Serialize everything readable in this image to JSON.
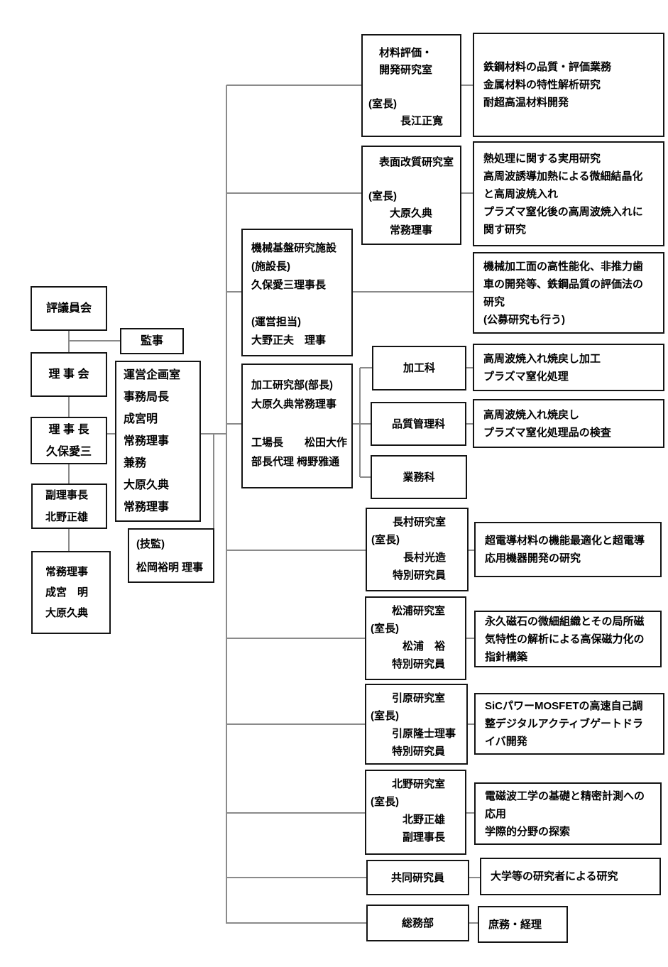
{
  "colors": {
    "connector": "#8a8a8a",
    "box_border": "#141414",
    "background": "#ffffff",
    "text": "#000000"
  },
  "boxes": {
    "council": "評議員会",
    "auditor": "監事",
    "board": "理 事 会",
    "president": "理 事 長\n久保愛三",
    "planning": "運営企画室\n事務局長\n成宮明\n常務理事\n兼務\n大原久典\n常務理事",
    "vice_president": "副理事長\n北野正雄",
    "managing_directors": "常務理事\n成宮　明\n大原久典",
    "technical_supervisor": "(技監)\n松岡裕明 理事",
    "machine_facility": "機械基盤研究施設\n(施設長)\n久保愛三理事長\n\n(運営担当)\n大野正夫　理事",
    "processing_dept": "加工研究部(部長)\n大原久典常務理事\n\n工場長　　松田大作\n部長代理 栂野雅通",
    "materials_lab": "　材料評価・\n　開発研究室\n\n(室長)\n　　　長江正寛",
    "surface_lab": "　表面改質研究室\n\n(室長)\n　　大原久典\n　　常務理事",
    "processing_section": "加工科",
    "quality_section": "品質管理科",
    "operations_section": "業務科",
    "osamura_lab": "　　長村研究室\n(室長)\n　　　長村光造\n　　特別研究員",
    "matsuura_lab": "　　松浦研究室\n(室長)\n　　　松浦　裕\n　　特別研究員",
    "hikihara_lab": "　　引原研究室\n(室長)\n　　引原隆士理事\n　　特別研究員",
    "kitano_lab": "　　北野研究室\n(室長)\n　　　北野正雄\n　　　副理事長",
    "joint_researchers": "共同研究員",
    "general_affairs": "総務部"
  },
  "descriptions": {
    "materials_lab": "鉄鋼材料の品質・評価業務\n金属材料の特性解析研究\n耐超高温材料開発",
    "surface_lab": "熱処理に関する実用研究\n高周波誘導加熱による微細結晶化\nと高周波焼入れ\nプラズマ窒化後の高周波焼入れに\n関す研究",
    "machine_facility": "機械加工面の高性能化、非推力歯\n車の開発等、鉄鋼品質の評価法の\n研究\n(公募研究も行う)",
    "processing_section": "高周波焼入れ焼戻し加工\nプラズマ窒化処理",
    "quality_section": "高周波焼入れ焼戻し\nプラズマ窒化処理品の検査",
    "osamura_lab": "超電導材料の機能最適化と超電導\n応用機器開発の研究",
    "matsuura_lab": "永久磁石の微細組織とその局所磁\n気特性の解析による高保磁力化の\n指針構築",
    "hikihara_lab": "SiCパワーMOSFETの高速自己調\n整デジタルアクティブゲートドラ\nイバ開発",
    "kitano_lab": "電磁波工学の基礎と精密計測への\n応用\n学際的分野の探索",
    "joint_researchers": "大学等の研究者による研究",
    "general_affairs": "庶務・経理"
  }
}
